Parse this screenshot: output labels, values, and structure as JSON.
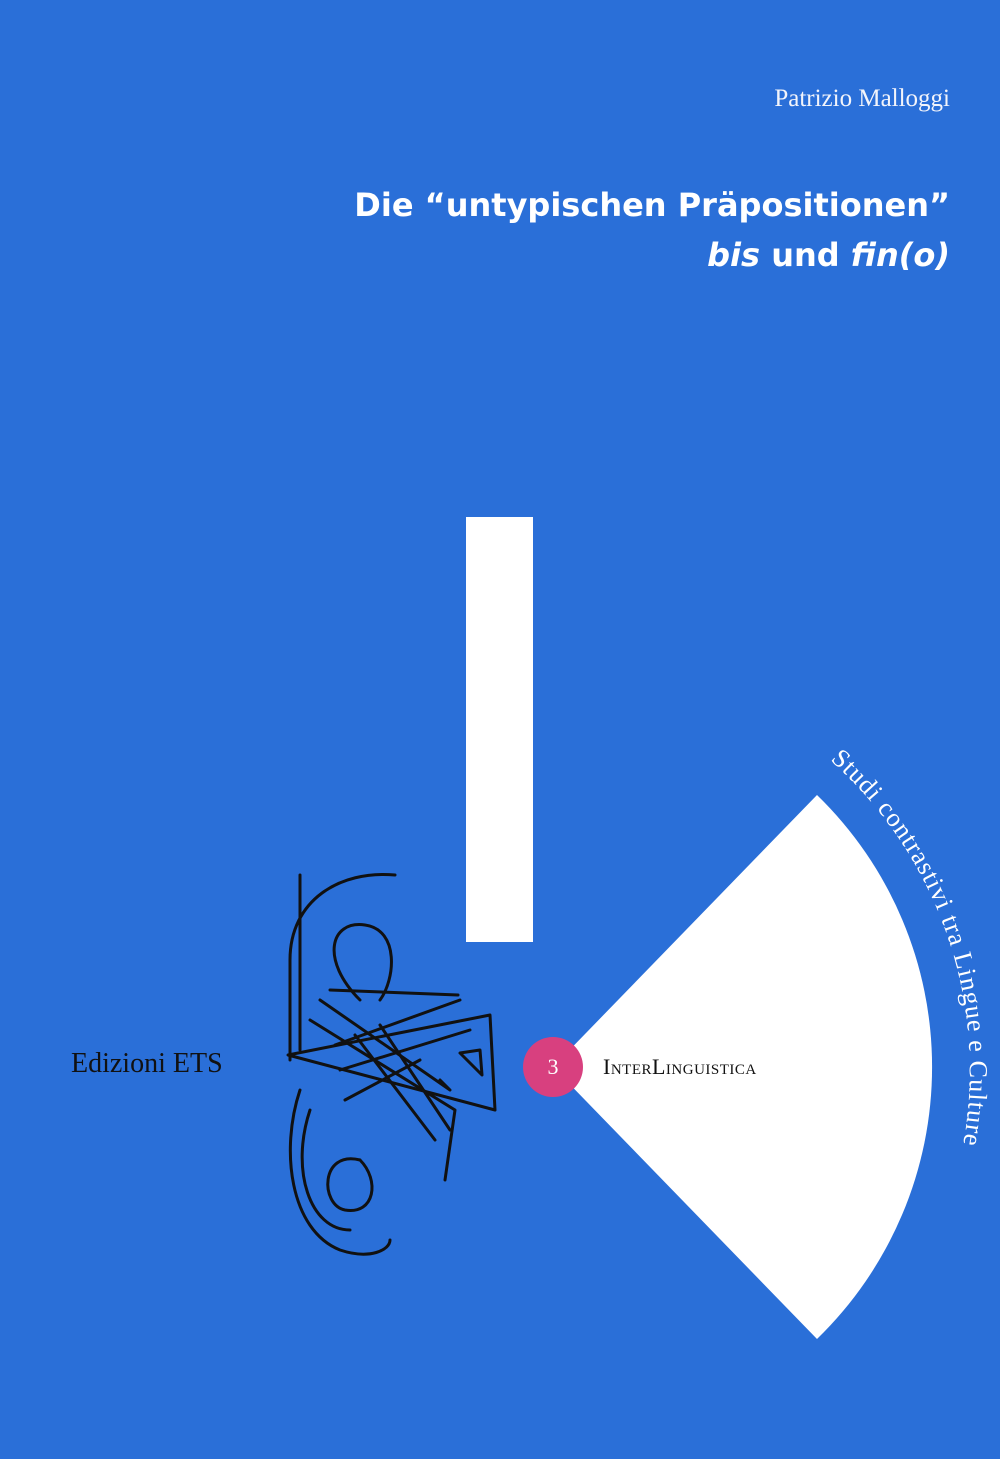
{
  "cover": {
    "author": "Patrizio Malloggi",
    "title_line1": "Die “untypischen Präpositionen”",
    "title_line2_a": "bis",
    "title_line2_b": " und ",
    "title_line2_c": "fin(o)",
    "publisher": "Edizioni ETS",
    "series_number": "3",
    "series_name": "InterLinguistica",
    "series_subtitle": "Studi contrastivi tra Lingue e Culture"
  },
  "colors": {
    "background": "#2a6fd8",
    "badge": "#d8407f",
    "text_light": "#ffffff",
    "text_dark": "#111111"
  }
}
